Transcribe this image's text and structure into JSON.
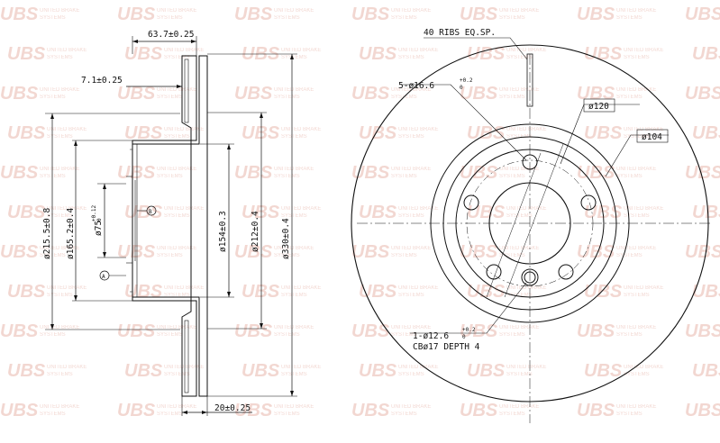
{
  "watermark": {
    "logo": "UBS",
    "line1": "UNITED BRAKE",
    "line2": "SYSTEMS",
    "color": "#e8b7ad"
  },
  "side_view": {
    "overall_thickness": "63.7±0.25",
    "hat_thickness": "7.1±0.25",
    "disc_thickness": "20±0.25",
    "diameters": {
      "d215": "ø215.5±0.8",
      "d165": "ø165.2±0.4",
      "d75_main": "ø75",
      "d75_tol_upper": "+0.12",
      "d75_tol_lower": "0",
      "d154": "ø154±0.3",
      "d212": "ø212±0.4",
      "d330": "ø330±0.4"
    },
    "datum_a": "A",
    "datum_b": "B"
  },
  "front_view": {
    "ribs": "40 RIBS EQ.SP.",
    "holes": "5-ø16.6",
    "holes_tol_upper": "+0.2",
    "holes_tol_lower": "0",
    "pcd_120": "ø120",
    "pcd_104": "ø104",
    "small_hole": "1-ø12.6",
    "small_hole_tol_upper": "+0.2",
    "small_hole_tol_lower": "0",
    "counterbore": "CBø17 DEPTH 4"
  },
  "colors": {
    "line": "#111111",
    "watermark": "#e8b7ad"
  }
}
